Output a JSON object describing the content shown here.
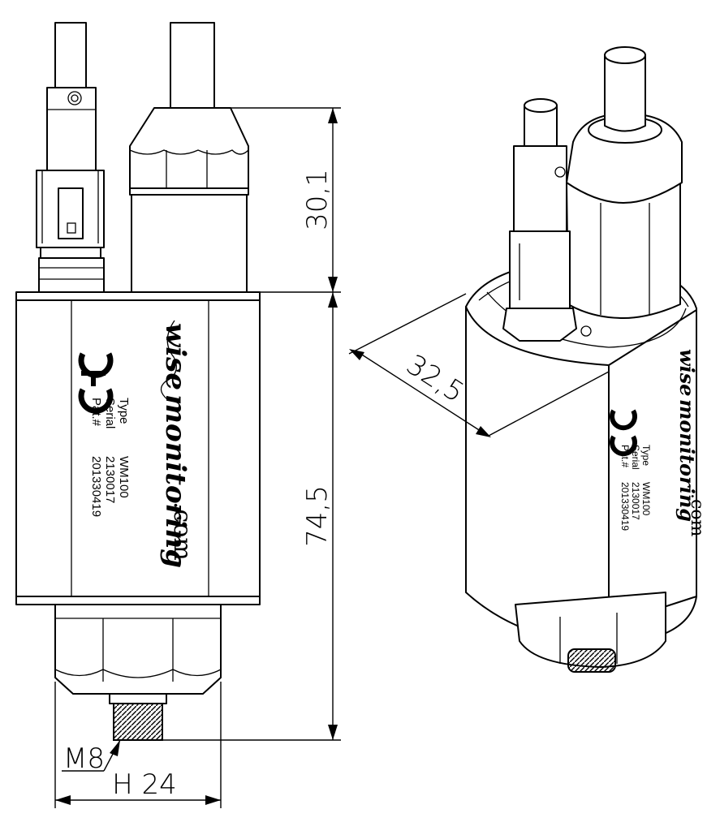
{
  "dimensions": {
    "top_height": "30,1",
    "body_height": "74,5",
    "diameter": "32,5",
    "thread": "M8",
    "hex": "H 24"
  },
  "label": {
    "brand_word1": "wise",
    "brand_word2": "monitoring",
    "brand_suffix": ".com",
    "type_key": "Type",
    "type_value": "WM100",
    "serial_key": "Serial",
    "serial_value": "2130017",
    "patent_key": "Pat.#",
    "patent_value": "201330419",
    "ce_mark": "CE"
  }
}
